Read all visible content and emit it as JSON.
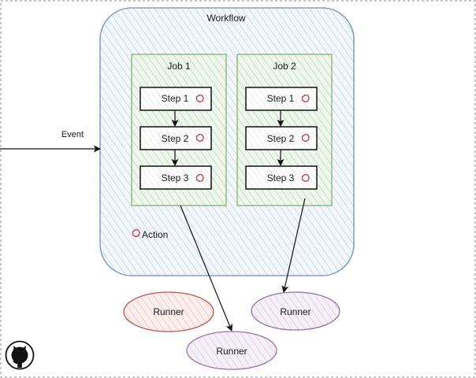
{
  "workflow": {
    "title": "Workflow"
  },
  "event": {
    "label": "Event"
  },
  "jobs": [
    {
      "title": "Job 1",
      "steps": [
        "Step 1",
        "Step 2",
        "Step 3"
      ]
    },
    {
      "title": "Job 2",
      "steps": [
        "Step 1",
        "Step 2",
        "Step 3"
      ]
    }
  ],
  "legend": {
    "action_label": "Action"
  },
  "runners": [
    {
      "label": "Runner",
      "color": "#b85450"
    },
    {
      "label": "Runner",
      "color": "#9673a6"
    },
    {
      "label": "Runner",
      "color": "#9673a6"
    }
  ],
  "logo": {
    "icon": "github-icon"
  },
  "colors": {
    "workflow_fill": "#dae8fc",
    "workflow_stroke": "#6c8ebf",
    "job_fill": "#d5e8d4",
    "job_stroke": "#82b366",
    "action_icon": "#c23b3b"
  }
}
